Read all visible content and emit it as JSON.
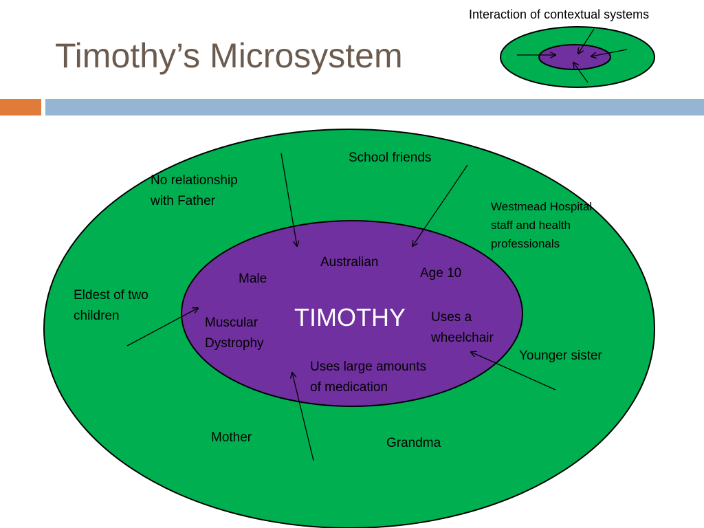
{
  "title": "Timothy’s Microsystem",
  "colors": {
    "title": "#6b5b4e",
    "outer_ellipse": "#00b050",
    "inner_ellipse": "#7030a0",
    "accent_orange": "#e07b39",
    "accent_blue": "#94b6d2",
    "outline": "#000000"
  },
  "inset": {
    "caption": "Interaction of contextual systems"
  },
  "diagram": {
    "center_label": "TIMOTHY",
    "inner_labels": {
      "australian": "Australian",
      "male": "Male",
      "age": "Age 10",
      "muscular_dystrophy": "Muscular\nDystrophy",
      "wheelchair": "Uses a\nwheelchair",
      "medication": "Uses large amounts\nof medication"
    },
    "outer_labels": {
      "school_friends": "School friends",
      "father": "No relationship\nwith Father",
      "hospital": "Westmead Hospital\n staff  and health\nprofessionals",
      "eldest": "Eldest of two\nchildren",
      "younger_sister": "Younger sister",
      "mother": "Mother",
      "grandma": "Grandma"
    }
  }
}
